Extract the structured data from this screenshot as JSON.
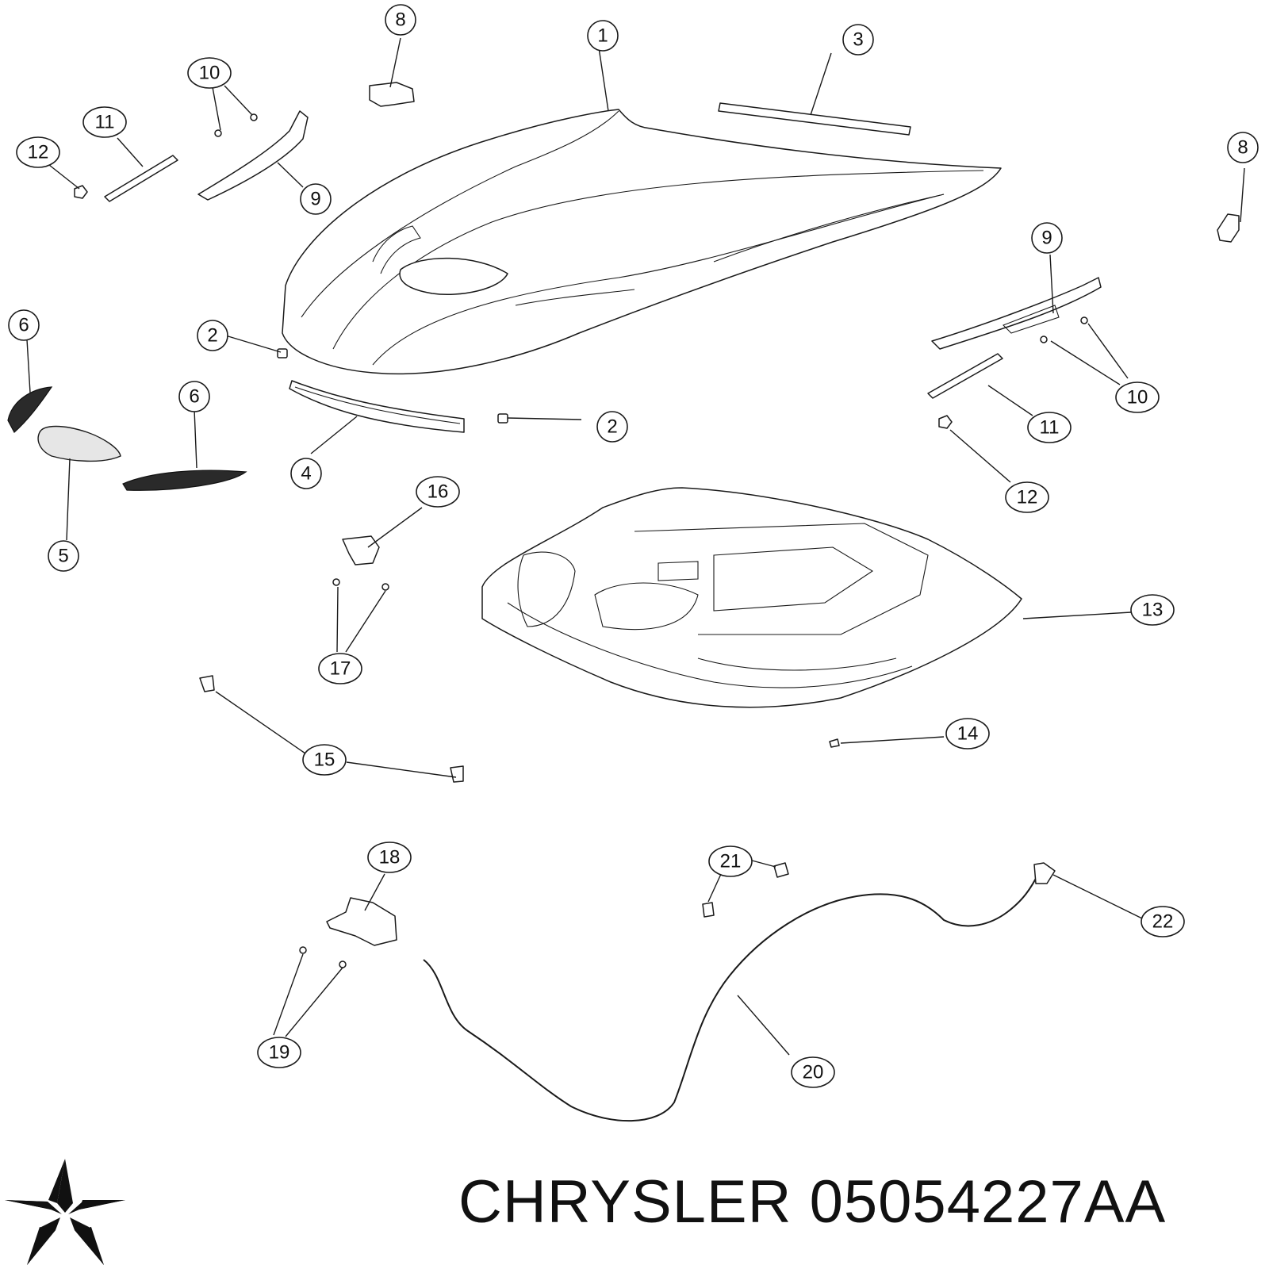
{
  "title": "CHRYSLER 05054227AA",
  "logo": {
    "icon": "chrysler-pentastar-icon",
    "color": "#111111"
  },
  "callouts": [
    {
      "label": "1",
      "part": "hood"
    },
    {
      "label": "2",
      "part": "bumper-left"
    },
    {
      "label": "2",
      "part": "bumper-right"
    },
    {
      "label": "3",
      "part": "hood-seal-rear"
    },
    {
      "label": "4",
      "part": "hood-seal-front"
    },
    {
      "label": "5",
      "part": "scoop-insert"
    },
    {
      "label": "6",
      "part": "grille-left"
    },
    {
      "label": "6",
      "part": "grille-center"
    },
    {
      "label": "8",
      "part": "bracket-left"
    },
    {
      "label": "8",
      "part": "bracket-right"
    },
    {
      "label": "9",
      "part": "hinge-left"
    },
    {
      "label": "9",
      "part": "hinge-right"
    },
    {
      "label": "10",
      "part": "bolts-left"
    },
    {
      "label": "10",
      "part": "bolts-right"
    },
    {
      "label": "11",
      "part": "strut-left"
    },
    {
      "label": "11",
      "part": "strut-right"
    },
    {
      "label": "12",
      "part": "nut-left"
    },
    {
      "label": "12",
      "part": "nut-right"
    },
    {
      "label": "13",
      "part": "hood-inner-panel"
    },
    {
      "label": "14",
      "part": "clip"
    },
    {
      "label": "15",
      "part": "bumper-stops"
    },
    {
      "label": "16",
      "part": "striker"
    },
    {
      "label": "17",
      "part": "striker-bolts"
    },
    {
      "label": "18",
      "part": "latch"
    },
    {
      "label": "19",
      "part": "latch-bolts"
    },
    {
      "label": "20",
      "part": "release-cable"
    },
    {
      "label": "21",
      "part": "cable-clips"
    },
    {
      "label": "22",
      "part": "release-handle"
    }
  ]
}
